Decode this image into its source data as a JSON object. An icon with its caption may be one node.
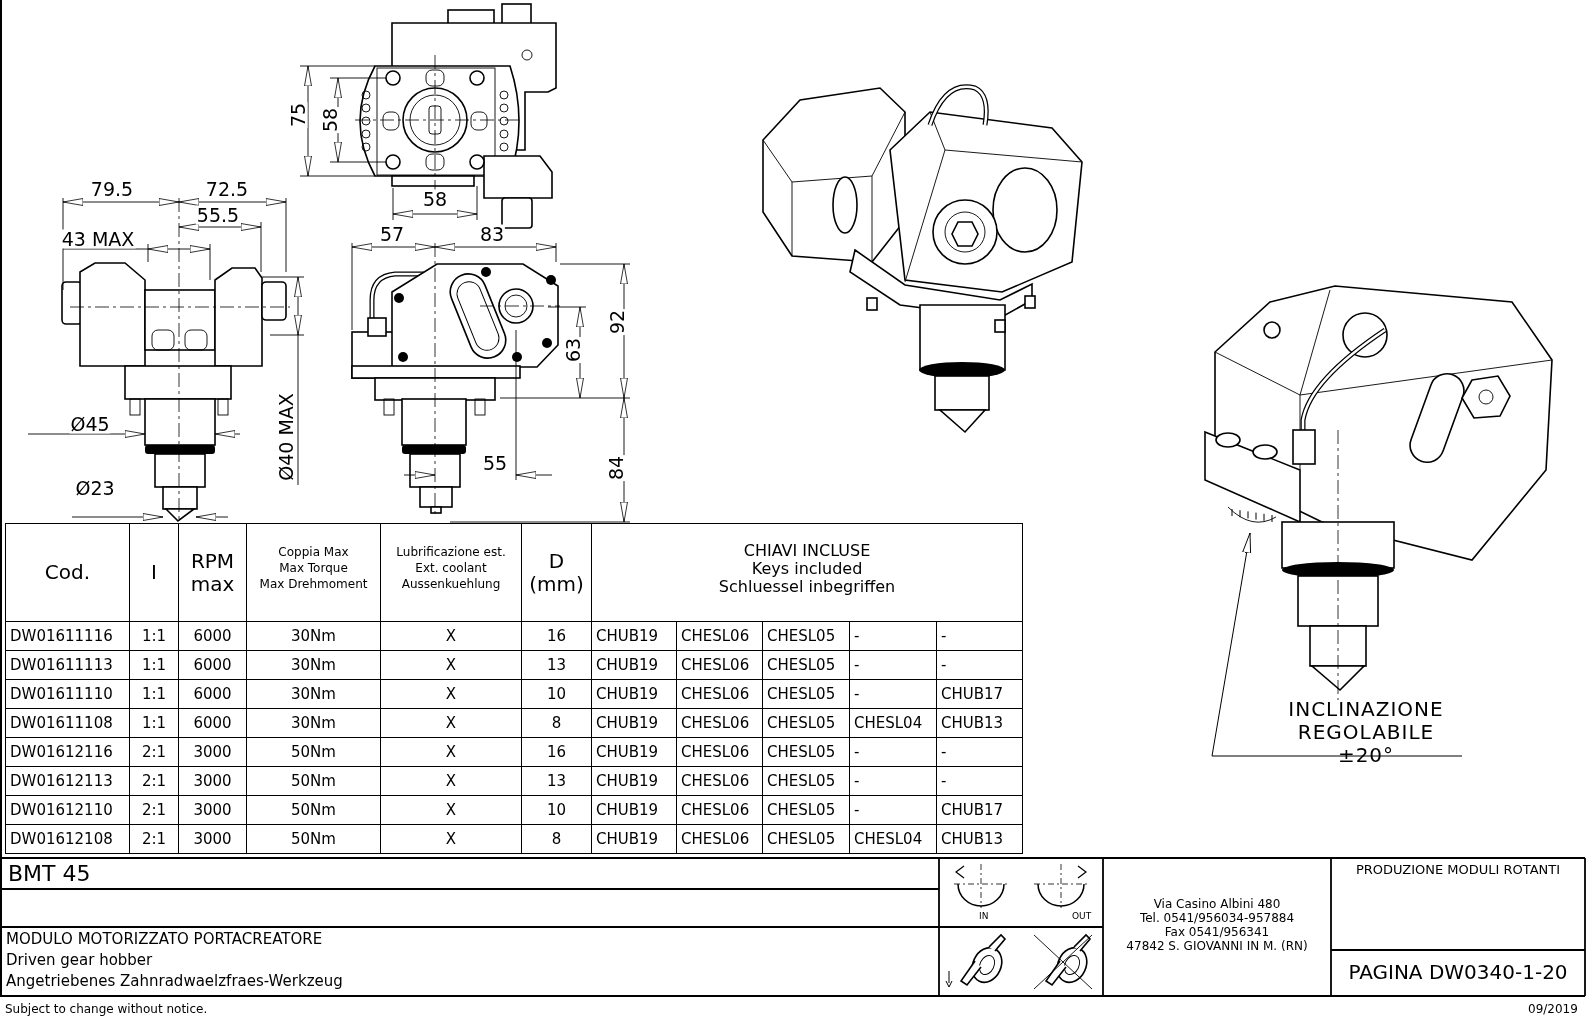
{
  "diagram": {
    "nodes": [
      {
        "text": [
          "INCLINAZIONE REGOLABILE ±20°"
        ]
      },
      {
        "text": [],
        "shape": "picture"
      }
    ],
    "edges": [
      {
        "from": 0,
        "to": 1,
        "arrow": "to"
      }
    ],
    "labels": [
      "75",
      "58",
      "58",
      "79.5",
      "72.5",
      "55.5",
      "43 MAX",
      "57",
      "83",
      "92",
      "63",
      "Ø45",
      "Ø40 MAX",
      "55",
      "Ø23",
      "84",
      "Cod.",
      "I",
      "RPM max",
      "Coppia Max",
      "Lubrificazione est.",
      "D (mm)",
      "CHIAVI INCLUSE",
      "Max Torque",
      "Ext. coolant",
      "Keys included",
      "Max Drehmoment",
      "Aussenkuehlung",
      "Schluessel inbegriffen",
      "DW01611116",
      "1:1",
      "6000",
      "30Nm",
      "X",
      "16",
      "CHUB19",
      "CHESL06",
      "CHESL05",
      "-",
      "-",
      "DW01611113",
      "1:1",
      "6000",
      "30Nm",
      "X",
      "13",
      "CHUB19",
      "CHESL06",
      "CHESL05",
      "-",
      "-",
      "DW01611110",
      "1:1",
      "6000",
      "30Nm",
      "X",
      "10",
      "CHUB19",
      "CHESL06",
      "CHESL05",
      "-",
      "CHUB17",
      "DW01611108",
      "1:1",
      "6000",
      "30Nm",
      "X",
      "8",
      "CHUB19",
      "CHESL06",
      "CHESL05",
      "CHESL04",
      "CHUB13",
      "DW01612116",
      "2:1",
      "3000",
      "50Nm",
      "X",
      "16",
      "CHUB19",
      "CHESL06",
      "CHESL05",
      "-",
      "-",
      "DW01612113",
      "2:1",
      "3000",
      "50Nm",
      "X",
      "13",
      "CHUB19",
      "CHESL06",
      "CHESL05",
      "-",
      "-",
      "DW01612110",
      "2:1",
      "3000",
      "50Nm",
      "X",
      "10",
      "CHUB19",
      "CHESL06",
      "CHESL05",
      "-",
      "CHUB17",
      "DW01612108",
      "2:1",
      "3000",
      "50Nm",
      "X",
      "8",
      "CHUB19",
      "CHESL06",
      "CHESL05",
      "CHESL04",
      "CHUB13",
      "BMT 45",
      "MODULO MOTORIZZATO PORTACREATORE",
      "Driven gear hobber",
      "Angetriebenes Zahnradwaelzfraes-Werkzeug",
      "IN",
      "OUT",
      "Via Casino Albini 480",
      "Tel. 0541/956034-957884",
      "Fax 0541/956341",
      "47842 S. GIOVANNI IN M. (RN)",
      "PRODUZIONE MODULI ROTANTI",
      "PAGINA DW0340-1-20",
      "Subject to change without notice.",
      "09/2019"
    ]
  }
}
